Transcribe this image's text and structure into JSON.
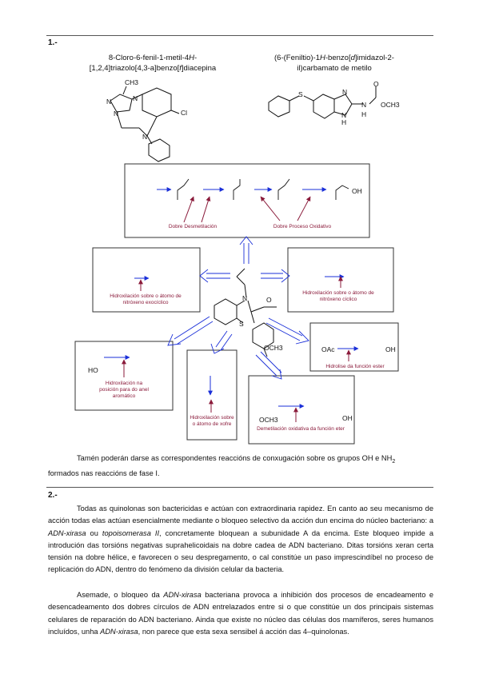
{
  "section1": {
    "number": "1.-",
    "compound_left_name_1": "8-Cloro-6-fenil-1-metil-4",
    "compound_left_name_1_italic": "H",
    "compound_left_name_1_end": "-",
    "compound_left_name_2": "[1,2,4]triazolo[4,3-a]benzo[",
    "compound_left_name_2_italic": "f",
    "compound_left_name_2_end": "]diacepina",
    "compound_right_name_1": "(6-(Feniltio)-1",
    "compound_right_name_1_italic": "H",
    "compound_right_name_1_mid": "-benzo[",
    "compound_right_name_1_italic2": "d",
    "compound_right_name_1_end": "]imidazol-2-",
    "compound_right_name_2": "il)carbamato de metilo",
    "atoms": {
      "ch3": "CH3",
      "cl": "Cl",
      "n": "N",
      "s": "S",
      "o": "O",
      "h": "H",
      "nh": "N",
      "och3": "OCH3",
      "oh": "OH",
      "oac": "OAc",
      "ho": "HO"
    },
    "labels": {
      "double_demethylation": "Dobre Desmetilación",
      "double_oxidative": "Dobre Proceso Oxidativo",
      "hydroxylation_exocyclic": "Hidroxilación sobre o átomo de nitróxeno exocíclico",
      "hydroxylation_cyclic": "Hidroxilación sobre o átomo de nitróxeno cíclico",
      "ester_hydrolysis": "Hidrolise da función ester",
      "para_hydroxylation": "Hidroxilación na posición para do anel aromático",
      "sulfur_hydroxylation": "Hidroxilación sobre o átomo de xofre",
      "ether_demethylation": "Demetilación oxidativa da función eter"
    },
    "note_1": "Tamén poderán darse as correspondentes reaccións de conxugación sobre os grupos OH e NH",
    "note_sub": "2",
    "note_2": "formados nas reaccións de fase I."
  },
  "section2": {
    "number": "2.-",
    "p1_a": "Todas as quinolonas son bactericidas e actúan con extraordinaria rapidez. En canto ao seu mecanismo de acción todas elas actúan esencialmente mediante o bloqueo selectivo da acción dun encima do núcleo bacteriano: a ",
    "p1_adn": "ADN-xirasa",
    "p1_b": " ou ",
    "p1_topo": "topoisomerasa II",
    "p1_c": ", concretamente bloquean a subunidade A da encima. Este bloqueo impide a introdución das torsións negativas suprahelicoidais na dobre cadea de ADN bacteriano. Ditas torsións xeran certa tensión na dobre hélice, e favorecen o seu despregamento, o cal constitúe un paso imprescindíbel no proceso de replicación do ADN, dentro do fenómeno da división celular da bacteria.",
    "p2_a": "Asemade, o bloqueo da ",
    "p2_adn": "ADN-xirasa",
    "p2_b": " bacteriana provoca a inhibición dos procesos de encadeamento e desencadeamento dos dobres círculos de ADN entrelazados entre si o que constitúe un dos principais sistemas celulares de reparación do ADN bacteriano. Ainda que existe no núcleo das células dos mamíferos, seres humanos incluídos, unha ",
    "p2_adn2": "ADN-xirasa",
    "p2_c": ", non parece que esta sexa sensibel á acción das 4–quinolonas."
  },
  "colors": {
    "arrow_blue": "#1a2fd8",
    "label_red": "#8a1a3a",
    "rule": "#555555"
  }
}
